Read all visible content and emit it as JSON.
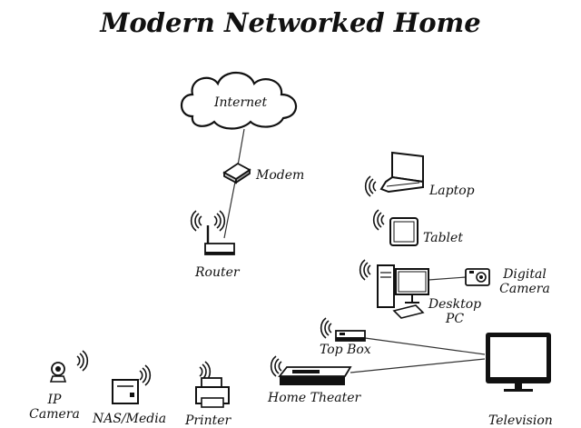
{
  "title": "Modern Networked Home",
  "nodes": {
    "internet": "Internet",
    "modem": "Modem",
    "router": "Router",
    "laptop": "Laptop",
    "tablet": "Tablet",
    "desktop_line1": "Desktop",
    "desktop_line2": "PC",
    "camera_line1": "Digital",
    "camera_line2": "Camera",
    "topbox": "Top Box",
    "home_theater": "Home Theater",
    "ip_camera_line1": "IP",
    "ip_camera_line2": "Camera",
    "nas": "NAS/Media",
    "printer": "Printer",
    "television": "Television"
  },
  "icons": [
    "cloud-icon",
    "modem-icon",
    "router-icon",
    "laptop-icon",
    "tablet-icon",
    "desktop-pc-icon",
    "digital-camera-icon",
    "set-top-box-icon",
    "home-theater-icon",
    "television-icon",
    "ip-camera-icon",
    "nas-icon",
    "printer-icon",
    "wifi-signal-icon"
  ]
}
